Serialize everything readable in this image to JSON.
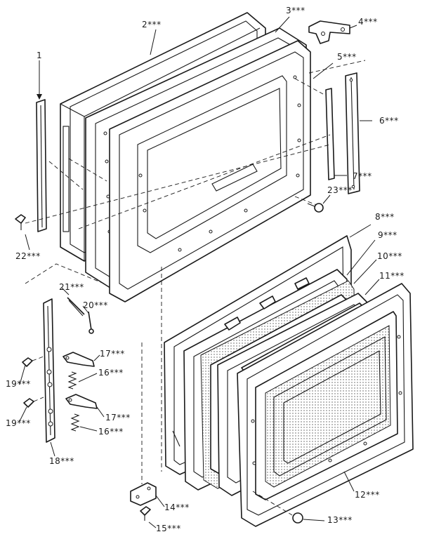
{
  "diagram": {
    "labels": {
      "p1": "1",
      "p2": "2***",
      "p3": "3***",
      "p4": "4***",
      "p5": "5***",
      "p6": "6***",
      "p7": "7***",
      "p8": "8***",
      "p9": "9***",
      "p10": "10***",
      "p11": "11***",
      "p12": "12***",
      "p13": "13***",
      "p14": "14***",
      "p15": "15***",
      "p16a": "16***",
      "p16b": "16***",
      "p17a": "17***",
      "p17b": "17***",
      "p18": "18***",
      "p19a": "19***",
      "p19b": "19***",
      "p20": "20***",
      "p21": "21***",
      "p22": "22***",
      "p23": "23***"
    }
  }
}
